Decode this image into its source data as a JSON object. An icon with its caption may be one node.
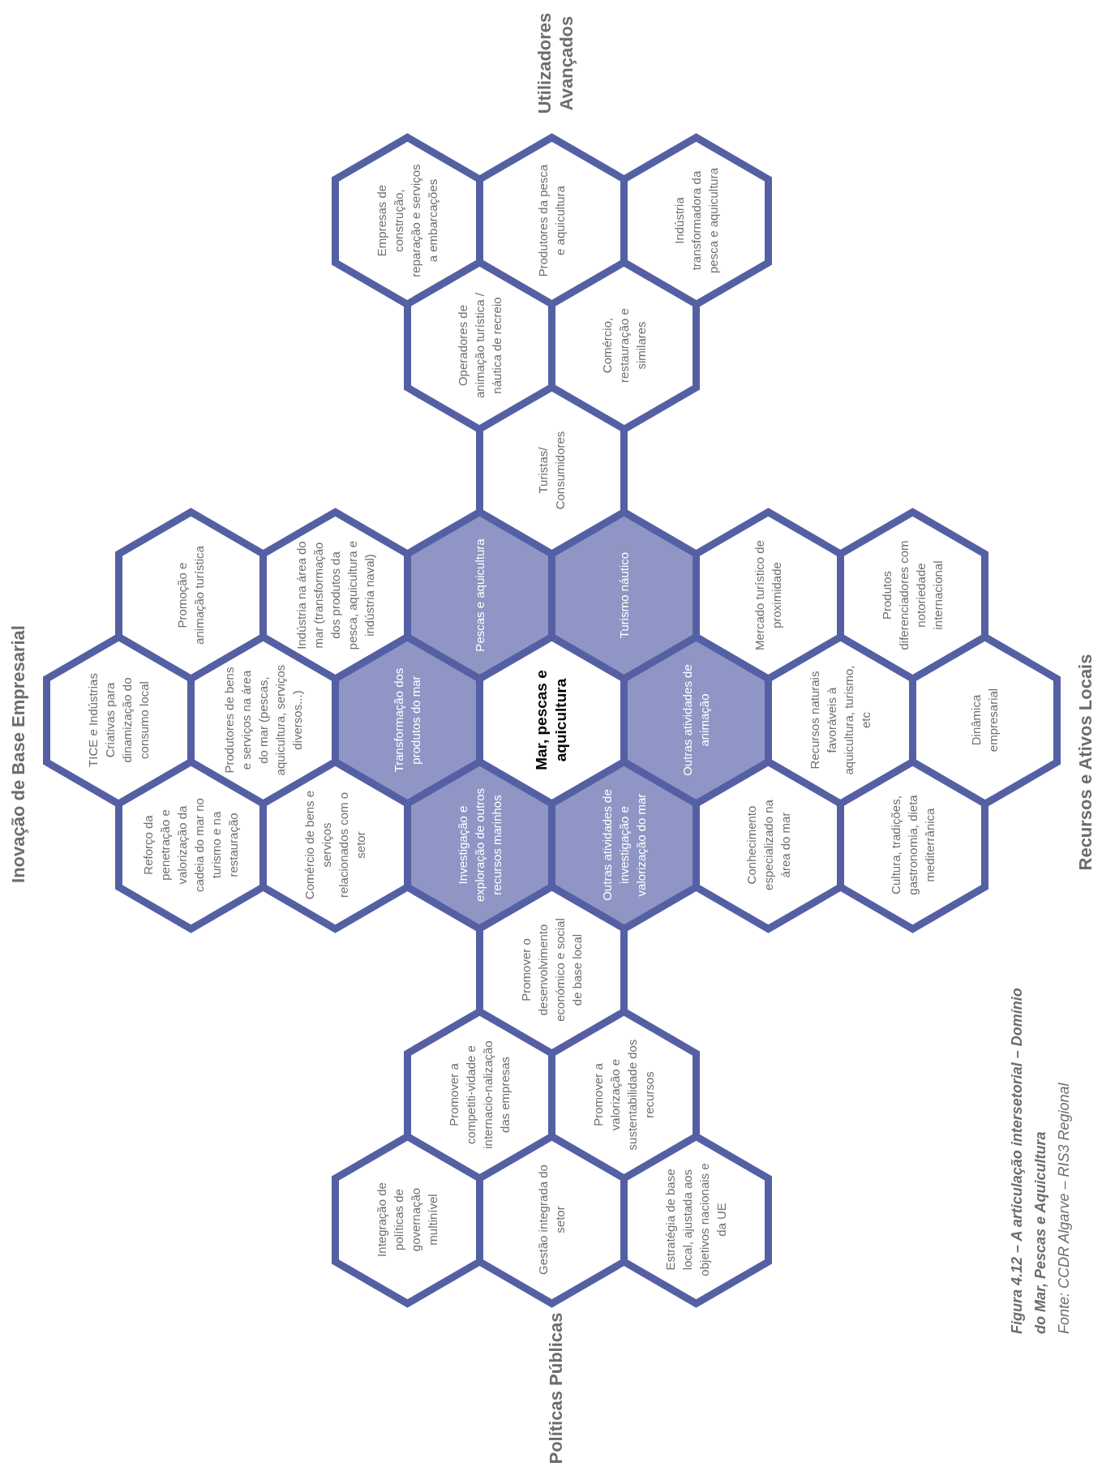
{
  "diagram": {
    "caption": "Figura 4.12 – A articulação intersetorial – Domínio do Mar, Pescas e Aquicultura",
    "nodes": [
      {
        "text": [
          "Empresas de construção, reparação e serviços a embarcações"
        ]
      },
      {
        "text": [
          "Produtores da pesca e aquicultura"
        ]
      },
      {
        "text": [
          "Indústria transformadora da pesca e aquicultura"
        ]
      },
      {
        "text": [
          "Operadores de animação turística / náutica de recreio"
        ]
      },
      {
        "text": [
          "Comércio, restauração e similares"
        ]
      },
      {
        "text": [
          "Turistas/ Consumidores"
        ]
      },
      {
        "text": [
          "Promoção e animação turística"
        ]
      },
      {
        "text": [
          "Indústria na área do mar (transformação dos produtos da pesca, aquicultura e indústria naval)"
        ]
      },
      {
        "text": [
          "Pescas e aquicultura"
        ]
      },
      {
        "text": [
          "Turismo náutico"
        ]
      },
      {
        "text": [
          "Mercado turístico de proximidade"
        ]
      },
      {
        "text": [
          "Produtos diferenciadores com notoriedade internacional"
        ]
      },
      {
        "text": [
          "TICE e Indústrias Criativas para dinamização do consumo local"
        ]
      },
      {
        "text": [
          "Produtores de bens e serviços na área do mar (pescas, aquicultura, serviços diversos...)"
        ]
      },
      {
        "text": [
          "Transformação dos produtos do mar"
        ]
      },
      {
        "text": [
          "Mar, pescas e aquicultura"
        ]
      },
      {
        "text": [
          "Outras atividades de animação"
        ]
      },
      {
        "text": [
          "Recursos naturais favoráveis à aquicultura, turismo, etc"
        ]
      },
      {
        "text": [
          "Dinâmica empresarial"
        ]
      },
      {
        "text": [
          "Reforço da penetração e valorização da cadeia do mar no turismo e na restauração"
        ]
      },
      {
        "text": [
          "Comércio de bens e serviços relacionados com o setor"
        ]
      },
      {
        "text": [
          "Investigação e exploração de outros recursos marinhos"
        ]
      },
      {
        "text": [
          "Outras atividades de investigação e valorização do mar"
        ]
      },
      {
        "text": [
          "Conhecimento especializado na área do mar"
        ]
      },
      {
        "text": [
          "Cultura, tradições, gastronomia, dieta mediterrânica"
        ]
      },
      {
        "text": [
          "Promover o desenvolvimento económico e social de base local"
        ]
      },
      {
        "text": [
          "Promover a competiti-vidade e internacio-nalização das empresas"
        ]
      },
      {
        "text": [
          "Promover a valorização e sustentabilidade dos recursos"
        ]
      },
      {
        "text": [
          "Integração de políticas de governação multinível"
        ]
      },
      {
        "text": [
          "Gestão integrada do setor"
        ]
      },
      {
        "text": [
          "Estratégia de base local, ajustada aos objetivos nacionais e da UE"
        ]
      }
    ],
    "labels": [
      "Utilizadores Avançados",
      "Inovação de Base Empresarial",
      "Recursos e Ativos Locais",
      "Políticas Públicas",
      "Fonte: CCDR Algarve – RIS3 Regional"
    ]
  }
}
